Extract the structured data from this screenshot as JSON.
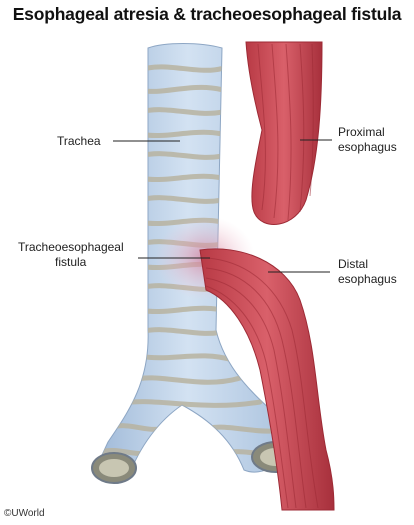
{
  "title": "Esophageal atresia & tracheoesophageal fistula",
  "labels": {
    "trachea": "Trachea",
    "proximal_esophagus_line1": "Proximal",
    "proximal_esophagus_line2": "esophagus",
    "fistula_line1": "Tracheoesophageal",
    "fistula_line2": "fistula",
    "distal_esophagus_line1": "Distal",
    "distal_esophagus_line2": "esophagus"
  },
  "credit": "©UWorld",
  "colors": {
    "trachea_fill": "#b9cfe6",
    "trachea_ring": "#b8b3a0",
    "esophagus_fill": "#c9474f",
    "esophagus_dark": "#9d2a35",
    "fistula_glow": "#e7b2c2"
  }
}
